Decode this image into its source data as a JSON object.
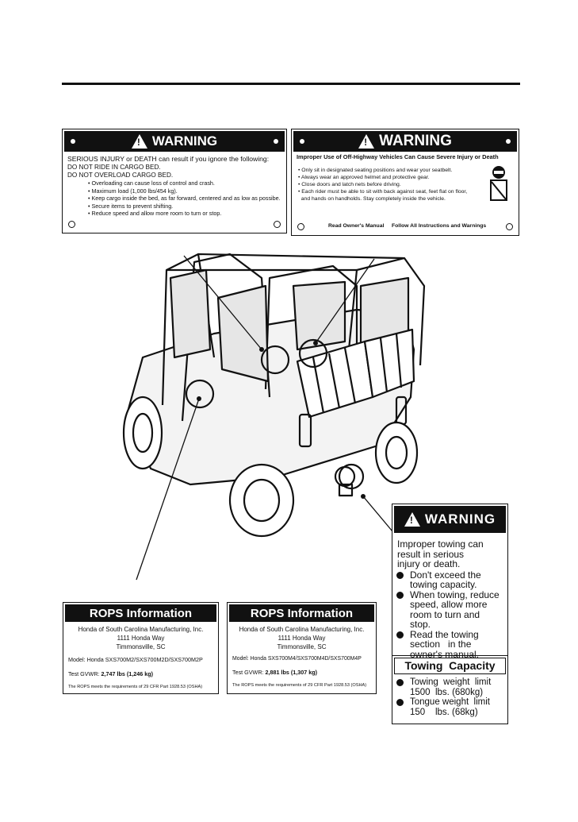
{
  "label1": {
    "banner": "WARNING",
    "lead_bold": "SERIOUS INJURY or DEATH",
    "lead_rest": " can result  if you ignore the following:",
    "line2": "DO NOT RIDE IN CARGO BED.",
    "line3": "DO NOT OVERLOAD CARGO BED.",
    "bullets": [
      "•  Overloading can cause loss of control and crash.",
      "•  Maximum load (1,000 lbs/454 kg).",
      "•  Keep cargo inside the bed, as far forward, centered and as low as possibe.",
      "•  Secure items to prevent shifting.",
      "•  Reduce speed and allow more room to turn or stop."
    ]
  },
  "label2": {
    "banner": "WARNING",
    "headline": "Improper Use of Off-Highway Vehicles Can Cause Severe Injury or Death",
    "bullets": [
      "• Only sit in designated seating positions and wear your seatbelt.",
      "• Always wear an approved helmet and protective gear.",
      "• Close doors and latch nets before driving.",
      "• Each rider must be able to sit with back against seat, feet flat on floor,",
      "  and hands on handholds. Stay completely inside the vehicle."
    ],
    "footer_left": "Read Owner's Manual",
    "footer_right": "Follow All Instructions and Warnings"
  },
  "rops1": {
    "banner": "ROPS Information",
    "company": "Honda of South Carolina Manufacturing, Inc.",
    "street": "1111 Honda Way",
    "city": "Timmonsville, SC",
    "model": "Model: Honda SXS700M2/SXS700M2D/SXS700M2P",
    "gvwr_label": "Test GVWR: ",
    "gvwr_value": "2,747 lbs (1,246 kg)",
    "note": "The ROPS meets the requirements of 29 CFR Part 1928.53 (OSHA)"
  },
  "rops2": {
    "banner": "ROPS Information",
    "company": "Honda of South Carolina Manufacturing, Inc.",
    "street": "1111 Honda Way",
    "city": "Timmonsville, SC",
    "model": "Model: Honda SXS700M4/SXS700M4D/SXS700M4P",
    "gvwr_label": "Test GVWR: ",
    "gvwr_value": "2,881 lbs (1,307 kg)",
    "note": "The ROPS meets the requirements of 29 CFR Part 1928.53 (OSHA)"
  },
  "towing": {
    "banner": "WARNING",
    "intro1": "Improper towing can",
    "intro2": "result  in serious",
    "intro3": "injury or death.",
    "items": [
      [
        "Don't exceed the",
        "towing capacity."
      ],
      [
        "When towing, reduce",
        "speed, allow more",
        "room to turn and",
        "stop."
      ],
      [
        "Read the towing",
        "section   in the",
        "owner's  manual."
      ]
    ],
    "capacity_title": "Towing  Capacity",
    "capacity_items": [
      [
        "Towing  weight  limit",
        "1500  lbs. (680kg)"
      ],
      [
        "Tongue weight  limit",
        "150    lbs. (68kg)"
      ]
    ]
  }
}
